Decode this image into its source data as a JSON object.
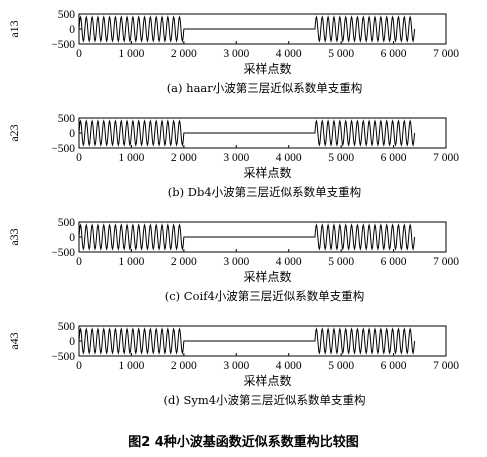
{
  "figure_title": "图2 4种小波基函数近似系数重构比较图",
  "chart_data": [
    {
      "type": "line",
      "ylabel": "a13",
      "xlabel": "采样点数",
      "caption": "(a) haar小波第三层近似系数单支重构",
      "xlim": [
        0,
        7000
      ],
      "ylim": [
        -500,
        500
      ],
      "xticks": [
        0,
        1000,
        2000,
        3000,
        4000,
        5000,
        6000,
        7000
      ],
      "xtick_labels": [
        "0",
        "1 000",
        "2 000",
        "3 000",
        "4 000",
        "5 000",
        "6 000",
        "7 000"
      ],
      "yticks": [
        500,
        0,
        -500
      ],
      "ytick_labels": [
        "500",
        "0",
        "−500"
      ],
      "series": [
        {
          "segments": [
            {
              "x_start": 0,
              "x_end": 2000,
              "amplitude": 400,
              "cycles": 18
            },
            {
              "x_start": 2000,
              "x_end": 4500,
              "amplitude": 0,
              "cycles": 0
            },
            {
              "x_start": 4500,
              "x_end": 6400,
              "amplitude": 400,
              "cycles": 17
            }
          ]
        }
      ]
    },
    {
      "type": "line",
      "ylabel": "a23",
      "xlabel": "采样点数",
      "caption": "(b) Db4小波第三层近似系数单支重构",
      "xlim": [
        0,
        7000
      ],
      "ylim": [
        -500,
        500
      ],
      "xticks": [
        0,
        1000,
        2000,
        3000,
        4000,
        5000,
        6000,
        7000
      ],
      "xtick_labels": [
        "0",
        "1 000",
        "2 000",
        "3 000",
        "4 000",
        "5 000",
        "6 000",
        "7 000"
      ],
      "yticks": [
        500,
        0,
        -500
      ],
      "ytick_labels": [
        "500",
        "0",
        "−500"
      ],
      "series": [
        {
          "segments": [
            {
              "x_start": 0,
              "x_end": 2000,
              "amplitude": 400,
              "cycles": 18
            },
            {
              "x_start": 2000,
              "x_end": 4500,
              "amplitude": 0,
              "cycles": 0
            },
            {
              "x_start": 4500,
              "x_end": 6400,
              "amplitude": 400,
              "cycles": 17
            }
          ]
        }
      ]
    },
    {
      "type": "line",
      "ylabel": "a33",
      "xlabel": "采样点数",
      "caption": "(c) Coif4小波第三层近似系数单支重构",
      "xlim": [
        0,
        7000
      ],
      "ylim": [
        -500,
        500
      ],
      "xticks": [
        0,
        1000,
        2000,
        3000,
        4000,
        5000,
        6000,
        7000
      ],
      "xtick_labels": [
        "0",
        "1 000",
        "2 000",
        "3 000",
        "4 000",
        "5 000",
        "6 000",
        "7 000"
      ],
      "yticks": [
        500,
        0,
        -500
      ],
      "ytick_labels": [
        "500",
        "0",
        "−500"
      ],
      "series": [
        {
          "segments": [
            {
              "x_start": 0,
              "x_end": 2000,
              "amplitude": 400,
              "cycles": 18
            },
            {
              "x_start": 2000,
              "x_end": 4500,
              "amplitude": 0,
              "cycles": 0
            },
            {
              "x_start": 4500,
              "x_end": 6400,
              "amplitude": 400,
              "cycles": 17
            }
          ]
        }
      ]
    },
    {
      "type": "line",
      "ylabel": "a43",
      "xlabel": "采样点数",
      "caption": "(d) Sym4小波第三层近似系数单支重构",
      "xlim": [
        0,
        7000
      ],
      "ylim": [
        -500,
        500
      ],
      "xticks": [
        0,
        1000,
        2000,
        3000,
        4000,
        5000,
        6000,
        7000
      ],
      "xtick_labels": [
        "0",
        "1 000",
        "2 000",
        "3 000",
        "4 000",
        "5 000",
        "6 000",
        "7 000"
      ],
      "yticks": [
        500,
        0,
        -500
      ],
      "ytick_labels": [
        "500",
        "0",
        "−500"
      ],
      "series": [
        {
          "segments": [
            {
              "x_start": 0,
              "x_end": 2000,
              "amplitude": 400,
              "cycles": 18
            },
            {
              "x_start": 2000,
              "x_end": 4500,
              "amplitude": 0,
              "cycles": 0
            },
            {
              "x_start": 4500,
              "x_end": 6400,
              "amplitude": 400,
              "cycles": 17
            }
          ]
        }
      ]
    }
  ]
}
